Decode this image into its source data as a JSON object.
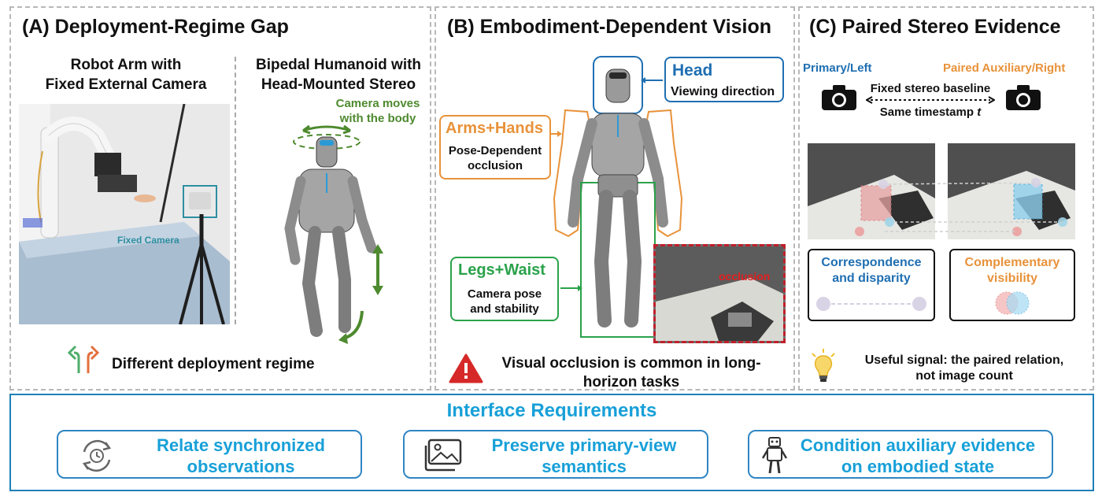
{
  "colors": {
    "panel_border": "#b8b8b8",
    "blue": "#1f6fb2",
    "orange": "#e8923a",
    "green": "#2aa24a",
    "dark_green": "#4e8a2f",
    "red": "#d62828",
    "cyan_text": "#18a0d8",
    "teal": "#2d8fa0"
  },
  "panel_a": {
    "title": "(A)  Deployment-Regime Gap",
    "left_caption_line1": "Robot Arm with",
    "left_caption_line2": "Fixed External Camera",
    "right_caption_line1": "Bipedal Humanoid with",
    "right_caption_line2": "Head-Mounted Stereo",
    "camera_moves_line1": "Camera moves",
    "camera_moves_line2": "with the body",
    "fixed_camera_label": "Fixed Camera",
    "regime_label": "Different deployment regime",
    "regime_icon": "split-arrows-icon"
  },
  "panel_b": {
    "title": "(B)  Embodiment-Dependent Vision",
    "head_title": "Head",
    "head_sub": "Viewing direction",
    "arms_title": "Arms+Hands",
    "arms_sub_line1": "Pose-Dependent",
    "arms_sub_line2": "occlusion",
    "legs_title": "Legs+Waist",
    "legs_sub_line1": "Camera pose",
    "legs_sub_line2": "and stability",
    "occlusion_label": "occlusion",
    "warning_line1": "Visual occlusion is common in long-",
    "warning_line2": "horizon tasks",
    "warning_icon": "warning-icon"
  },
  "panel_c": {
    "title": "(C)  Paired Stereo Evidence",
    "primary_label": "Primary/Left",
    "auxiliary_label": "Paired Auxiliary/Right",
    "baseline_label": "Fixed stereo baseline",
    "timestamp_label": "Same timestamp",
    "timestamp_var": "t",
    "correspondence_line1": "Correspondence",
    "correspondence_line2": "and disparity",
    "complementary_line1": "Complementary",
    "complementary_line2": "visibility",
    "signal_line1": "Useful signal: the paired relation,",
    "signal_line2": "not image count",
    "signal_icon": "lightbulb-icon"
  },
  "requirements": {
    "title": "Interface Requirements",
    "items": [
      {
        "line1": "Relate synchronized",
        "line2": "observations",
        "icon": "sync-icon"
      },
      {
        "line1": "Preserve primary-view",
        "line2": "semantics",
        "icon": "image-gallery-icon"
      },
      {
        "line1": "Condition auxiliary evidence",
        "line2": "on embodied state",
        "icon": "robot-icon"
      }
    ]
  }
}
